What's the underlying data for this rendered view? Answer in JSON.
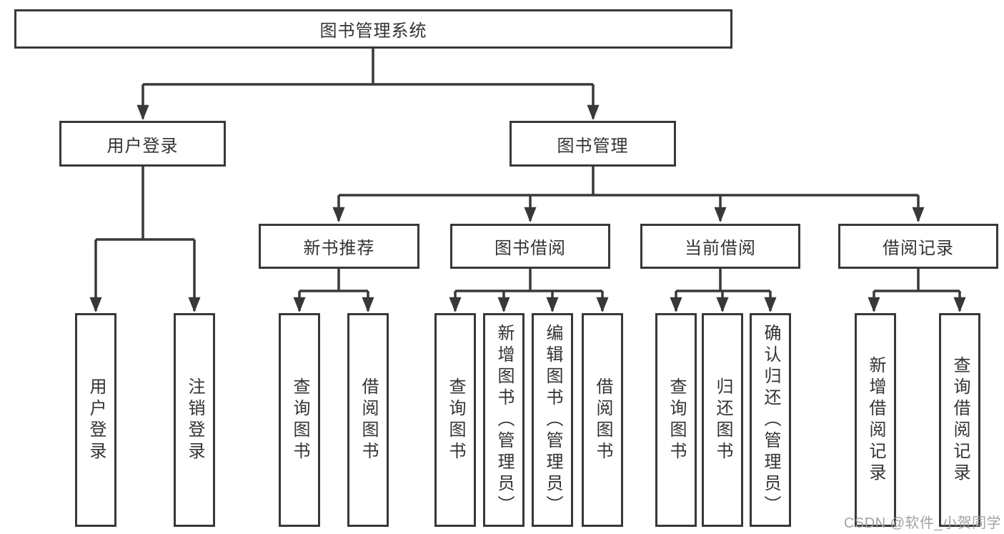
{
  "diagram_title": "图书管理系统",
  "tree": {
    "label": "图书管理系统",
    "children": [
      {
        "label": "用户登录",
        "children": [
          {
            "label": "用户登录"
          },
          {
            "label": "注销登录"
          }
        ]
      },
      {
        "label": "图书管理",
        "children": [
          {
            "label": "新书推荐",
            "children": [
              {
                "label": "查询图书"
              },
              {
                "label": "借阅图书"
              }
            ]
          },
          {
            "label": "图书借阅",
            "children": [
              {
                "label": "查询图书"
              },
              {
                "label": "新增图书（管理员）"
              },
              {
                "label": "编辑图书（管理员）"
              },
              {
                "label": "借阅图书"
              }
            ]
          },
          {
            "label": "当前借阅",
            "children": [
              {
                "label": "查询图书"
              },
              {
                "label": "归还图书"
              },
              {
                "label": "确认归还（管理员）"
              }
            ]
          },
          {
            "label": "借阅记录",
            "children": [
              {
                "label": "新增借阅记录"
              },
              {
                "label": "查询借阅记录"
              }
            ]
          }
        ]
      }
    ]
  },
  "watermark": {
    "text": "CSDN @软件_小贺同学"
  },
  "colors": {
    "line": "#383838",
    "box_border": "#383838",
    "text": "#333333",
    "background": "#ffffff",
    "watermark": "#9e9e9e"
  }
}
